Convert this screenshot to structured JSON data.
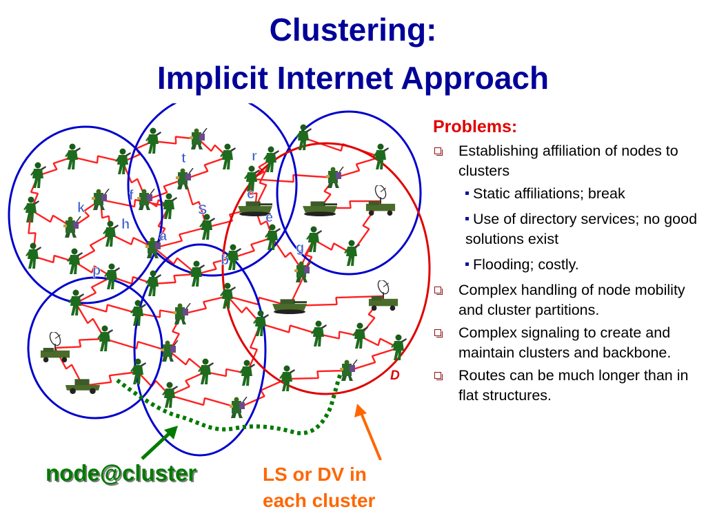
{
  "title": {
    "line1": "Clustering:",
    "line2": "Implicit Internet Approach"
  },
  "colors": {
    "title": "#000099",
    "cluster_circle": "#0000cc",
    "destination_circle": "#e00000",
    "radio_link": "#ff2020",
    "route_path": "#007a00",
    "node_label": "#3a5ec8",
    "problems_heading": "#e00000",
    "ls_dv_caption": "#ff6600"
  },
  "diagram": {
    "node_labels": [
      "t",
      "r",
      "f",
      "c",
      "k",
      "S",
      "e",
      "h",
      "a",
      "g",
      "b",
      "p"
    ],
    "destination_label": "D",
    "icons": [
      "soldier-icon",
      "radio-operator-icon",
      "tank-icon",
      "satellite-dish-truck-icon",
      "humvee-icon"
    ]
  },
  "problems": {
    "heading": "Problems:",
    "items": [
      {
        "text": "Establishing affiliation of nodes to clusters",
        "subitems": [
          "Static affiliations; break",
          "Use of directory services; no good solutions exist",
          "Flooding; costly."
        ]
      },
      {
        "text": "Complex handling of  node mobility and cluster partitions."
      },
      {
        "text": "Complex signaling to create and maintain clusters and backbone."
      },
      {
        "text": "Routes can be much longer than in flat structures."
      }
    ]
  },
  "annotations": {
    "node_at_cluster": "node@cluster",
    "ls_dv_line1": "LS or DV in",
    "ls_dv_line2": "each cluster"
  }
}
